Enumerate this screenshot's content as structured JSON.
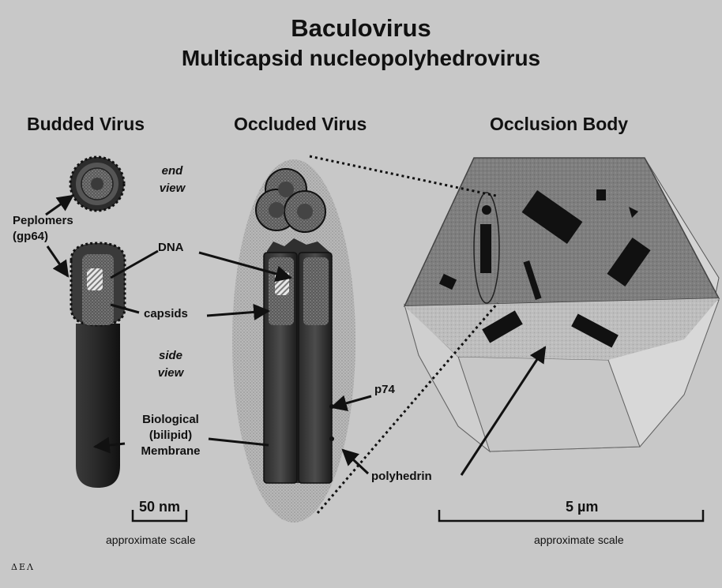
{
  "title": "Baculovirus",
  "subtitle": "Multicapsid nucleopolyhedrovirus",
  "sections": {
    "budded": "Budded Virus",
    "occluded": "Occluded Virus",
    "occlusion_body": "Occlusion Body"
  },
  "labels": {
    "end_view_1": "end",
    "end_view_2": "view",
    "peplomers_1": "Peplomers",
    "peplomers_2": "(gp64)",
    "dna": "DNA",
    "capsids": "capsids",
    "side_view_1": "side",
    "side_view_2": "view",
    "membrane_1": "Biological",
    "membrane_2": "(bilipid)",
    "membrane_3": "Membrane",
    "p74": "p74",
    "polyhedrin": "polyhedrin"
  },
  "scales": {
    "left_value": "50 nm",
    "left_caption": "approximate scale",
    "right_value": "5 µm",
    "right_caption": "approximate scale"
  },
  "signature": "ΔEΛ"
}
